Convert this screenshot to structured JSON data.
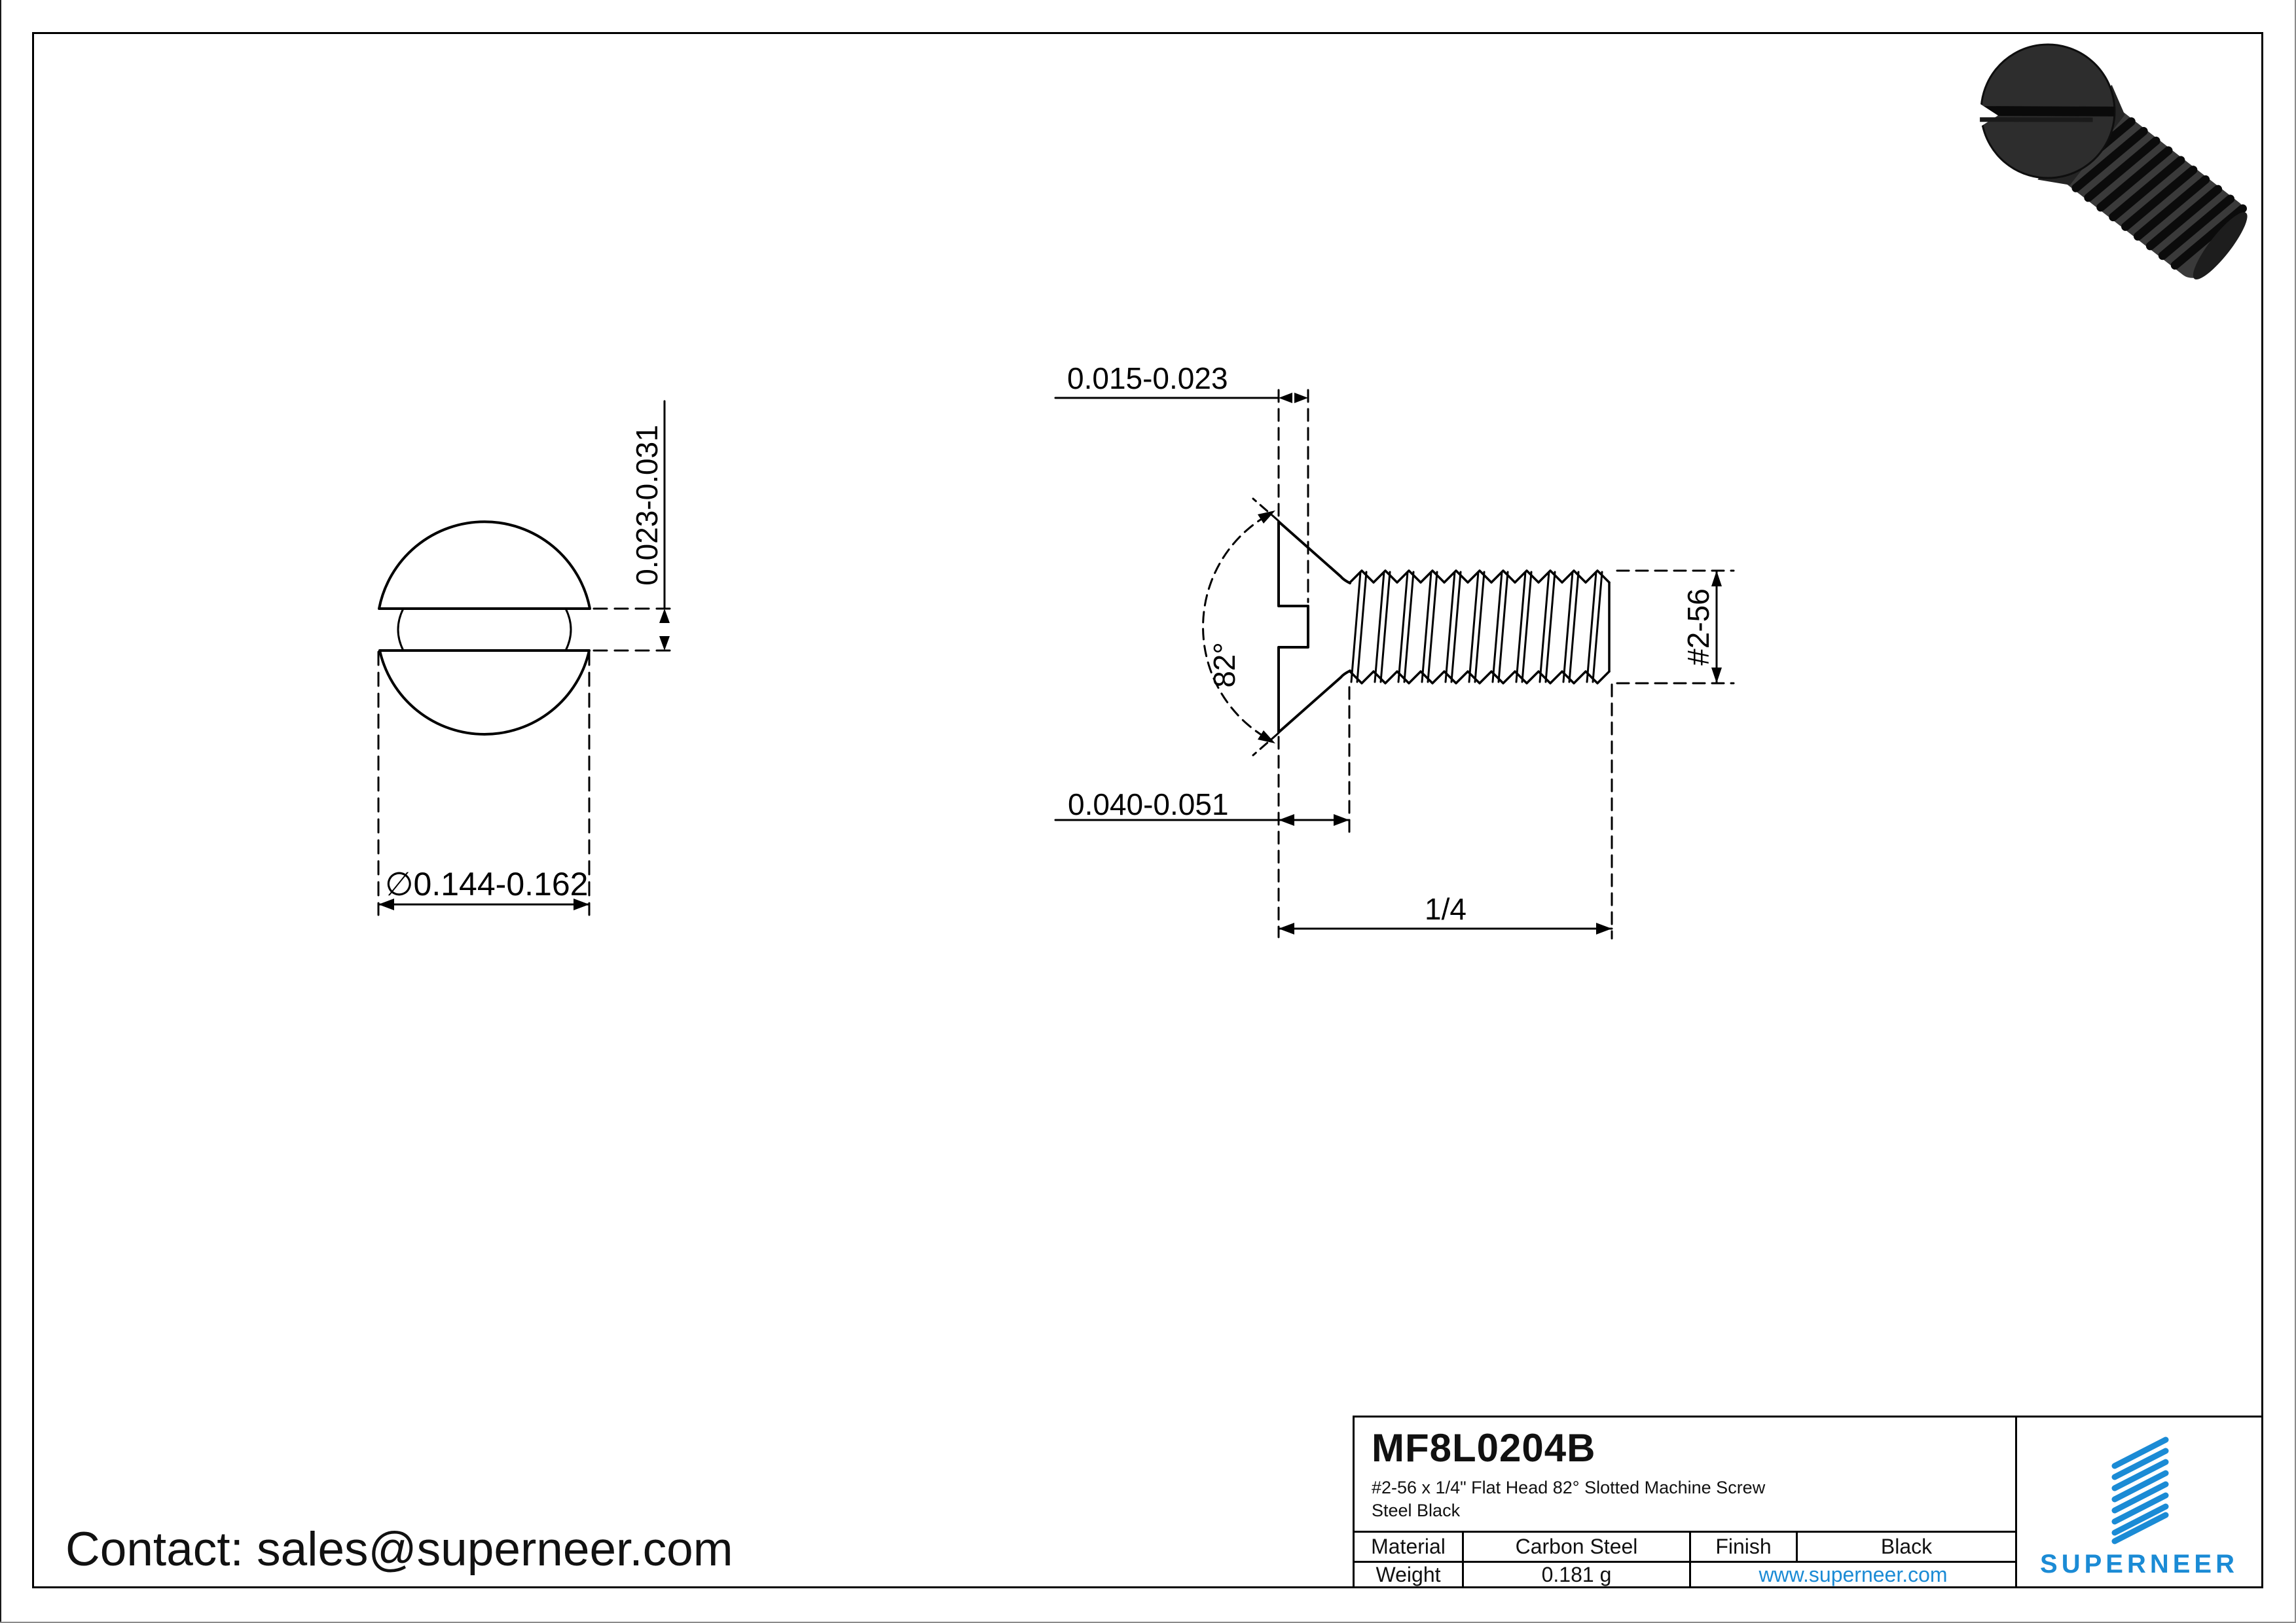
{
  "contact": {
    "label": "Contact: sales@superneer.com"
  },
  "views": {
    "top_view": {
      "slot_width_dim": "0.023-0.031",
      "head_dia_dim": "∅0.144-0.162"
    },
    "side_view": {
      "slot_depth_dim": "0.015-0.023",
      "head_height_dim": "0.040-0.051",
      "angle_dim": "82°",
      "length_dim": "1/4",
      "thread_dim": "#2-56"
    }
  },
  "title_block": {
    "part_number": "MF8L0204B",
    "description_line1": "#2-56 x 1/4\" Flat Head 82° Slotted Machine Screw",
    "description_line2": "Steel Black",
    "material_label": "Material",
    "material_value": "Carbon Steel",
    "finish_label": "Finish",
    "finish_value": "Black",
    "weight_label": "Weight",
    "weight_value": "0.181 g",
    "website": "www.superneer.com",
    "brand": "SUPERNEER",
    "brand_color": "#1b8bd5",
    "line_color": "#000000"
  }
}
